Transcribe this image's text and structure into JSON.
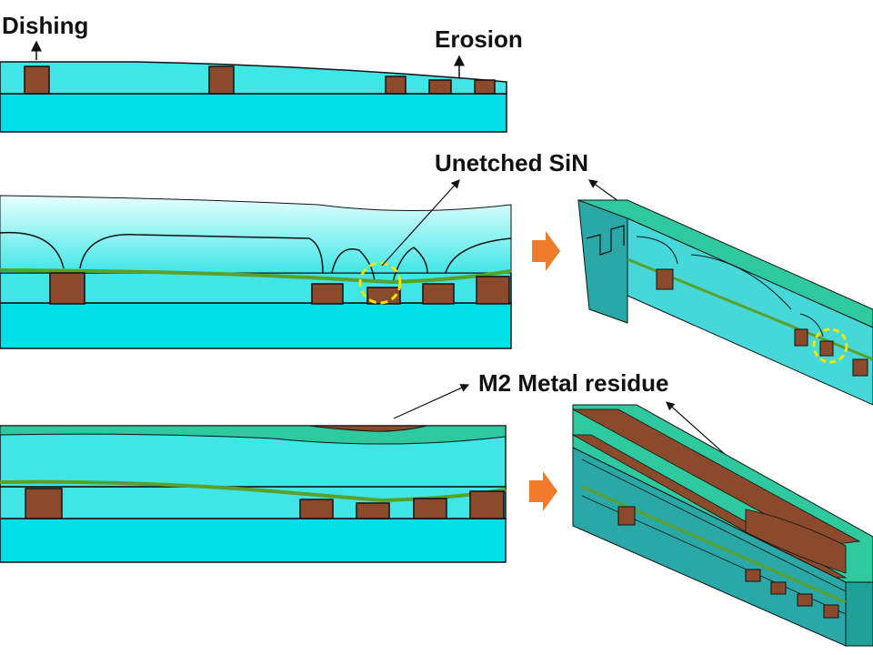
{
  "labels": {
    "dishing": "Dishing",
    "erosion": "Erosion",
    "unetched_sin": "Unetched SiN",
    "m2_metal_residue": "M2 Metal residue"
  },
  "colors": {
    "substrate": "#00e0e6",
    "oxide": "#40e6e6",
    "metal": "#8b4a2b",
    "sin_liner": "#5aa02a",
    "highlight_circle": "#f2e600",
    "flow_arrow": "#ee7a2a",
    "slab_side": "#2aa8a8",
    "slab_top": "#2fc9a0"
  }
}
